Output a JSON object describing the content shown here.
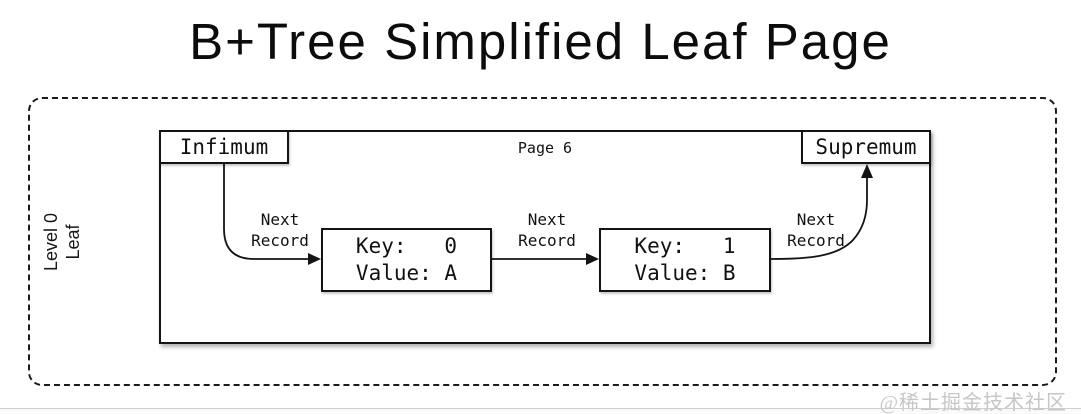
{
  "title": "B+Tree Simplified Leaf Page",
  "page": {
    "header": "Page 6",
    "infimum": "Infimum",
    "supremum": "Supremum",
    "side_label": {
      "line1": "Level 0",
      "line2": "Leaf"
    },
    "next_record": {
      "line1": "Next",
      "line2": "Record"
    },
    "records": [
      {
        "key_line": "Key:   0",
        "value_line": "Value: A"
      },
      {
        "key_line": "Key:   1",
        "value_line": "Value: B"
      }
    ]
  },
  "watermark": "@稀土掘金技术社区",
  "colors": {
    "ink": "#141414",
    "watermark": "#c6c6c6",
    "background": "#ffffff"
  }
}
